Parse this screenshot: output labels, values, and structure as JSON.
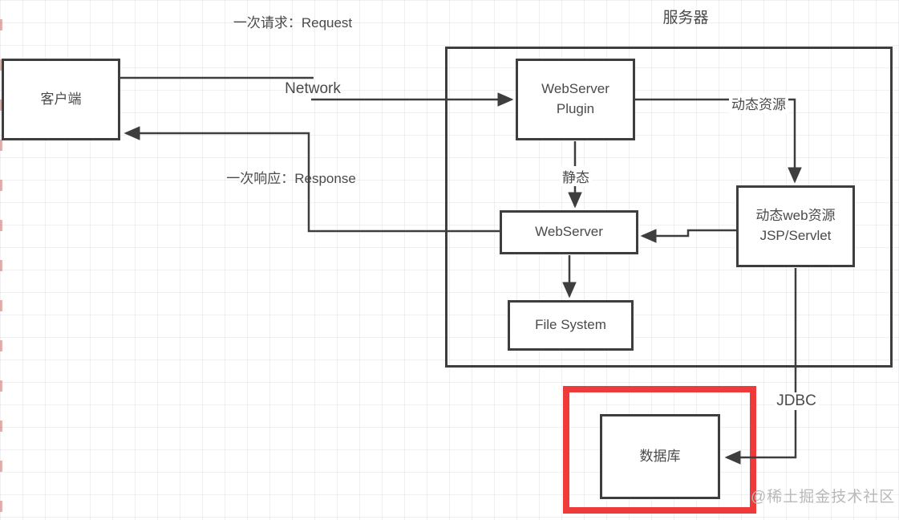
{
  "labels": {
    "request": "一次请求：Request",
    "server_title": "服务器",
    "network": "Network",
    "response": "一次响应：Response",
    "static_flow": "静态",
    "dynamic_resource": "动态资源",
    "jdbc": "JDBC",
    "watermark": "@稀土掘金技术社区"
  },
  "nodes": {
    "client": "客户端",
    "webserver_plugin_line1": "WebServer",
    "webserver_plugin_line2": "Plugin",
    "webserver": "WebServer",
    "file_system": "File System",
    "dynamic_web_line1": "动态web资源",
    "dynamic_web_line2": "JSP/Servlet",
    "database": "数据库"
  },
  "colors": {
    "stroke": "#3e3e3e",
    "text": "#4a4a4a",
    "highlight": "#ee3a3a",
    "watermark": "#b9b9b9"
  }
}
